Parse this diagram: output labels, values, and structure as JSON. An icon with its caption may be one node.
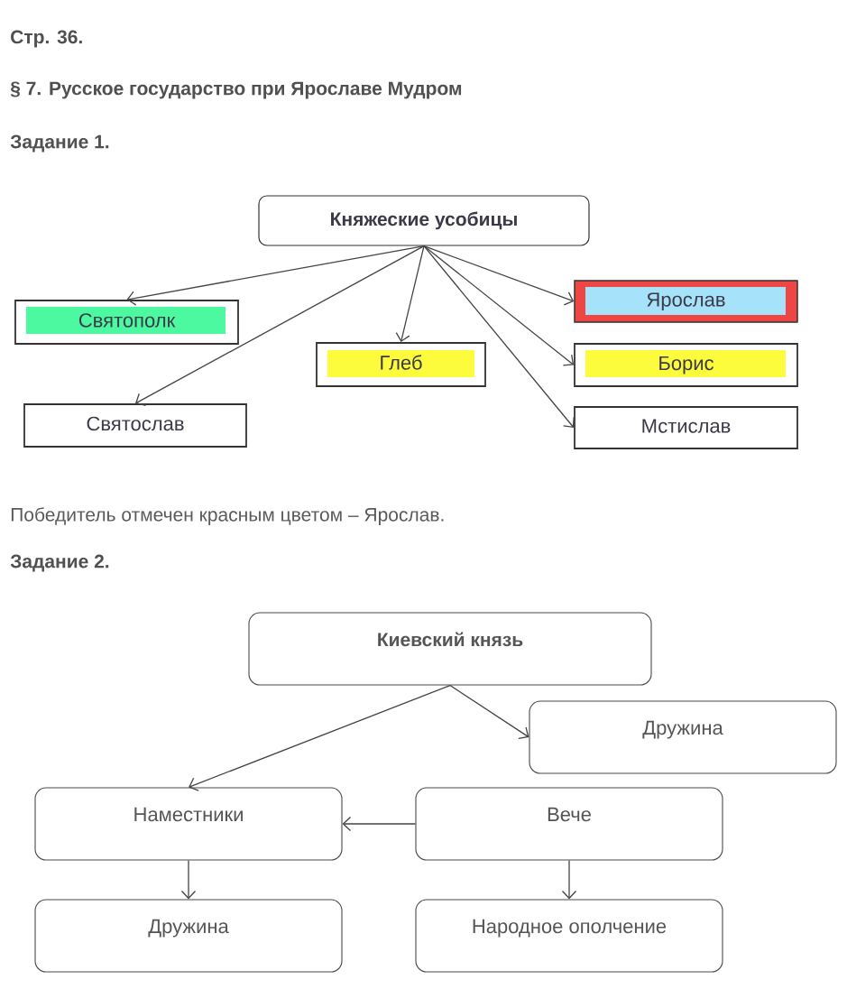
{
  "diagram": {
    "nodes": [
      {
        "text": [
          "Княжеские усобицы"
        ]
      },
      {
        "text": [
          "Ярослав"
        ]
      },
      {
        "text": [
          "Святополк"
        ]
      },
      {
        "text": [
          "Глеб"
        ]
      },
      {
        "text": [
          "Борис"
        ]
      },
      {
        "text": [
          "Святослав"
        ]
      },
      {
        "text": [
          "Мстислав"
        ]
      },
      {
        "text": [
          "Киевский князь"
        ]
      },
      {
        "text": [
          "Дружина"
        ]
      },
      {
        "text": [
          "Наместники"
        ]
      },
      {
        "text": [
          "Вече"
        ]
      },
      {
        "text": [
          "Дружина"
        ]
      },
      {
        "text": [
          "Народное ополчение"
        ]
      }
    ],
    "edges": [
      {
        "from": 0,
        "to": 1,
        "arrow": "to"
      },
      {
        "from": 0,
        "to": 2,
        "arrow": "to"
      },
      {
        "from": 0,
        "to": 3,
        "arrow": "to"
      },
      {
        "from": 0,
        "to": 4,
        "arrow": "to"
      },
      {
        "from": 0,
        "to": 5,
        "arrow": "to"
      },
      {
        "from": 0,
        "to": 6,
        "arrow": "to"
      },
      {
        "from": 7,
        "to": 8,
        "arrow": "to"
      },
      {
        "from": 7,
        "to": 9,
        "arrow": "to"
      },
      {
        "from": 10,
        "to": 9,
        "arrow": "to"
      },
      {
        "from": 9,
        "to": 11,
        "arrow": "to"
      },
      {
        "from": 10,
        "to": 12,
        "arrow": "to"
      }
    ],
    "labels": [
      "Стр. 36.",
      "§ 7. Русское государство при Ярославе Мудром",
      "Задание 1.",
      "Победитель отмечен красным цветом – Ярослав.",
      "Задание 2."
    ]
  }
}
